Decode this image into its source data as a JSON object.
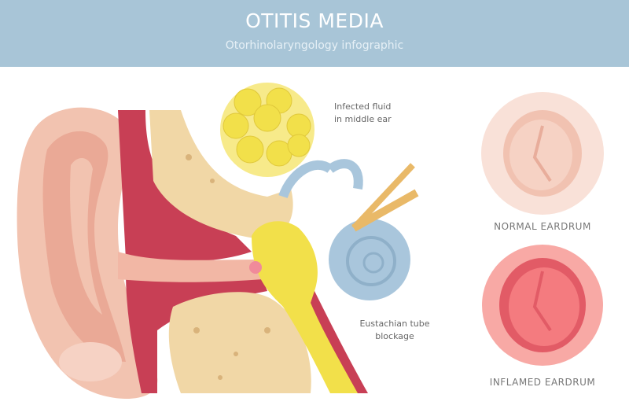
{
  "header": {
    "title": "OTITIS MEDIA",
    "subtitle": "Otorhinolaryngology infographic"
  },
  "labels": {
    "infected_fluid_line1": "Infected fluid",
    "infected_fluid_line2": "in middle ear",
    "eustachian_line1": "Eustachian tube",
    "eustachian_line2": "blockage",
    "normal_eardrum": "NORMAL EARDRUM",
    "inflamed_eardrum": "INFLAMED EARDRUM"
  },
  "colors": {
    "header": "#a8c5d7",
    "skin": "#f2c3b0",
    "bone": "#f1d7a6",
    "tissue": "#c83f55",
    "fluid": "#f2e04a",
    "cochlea": "#a9c6dc",
    "normal_eardrum": "#f6cfc2",
    "inflamed_eardrum": "#f58686"
  }
}
